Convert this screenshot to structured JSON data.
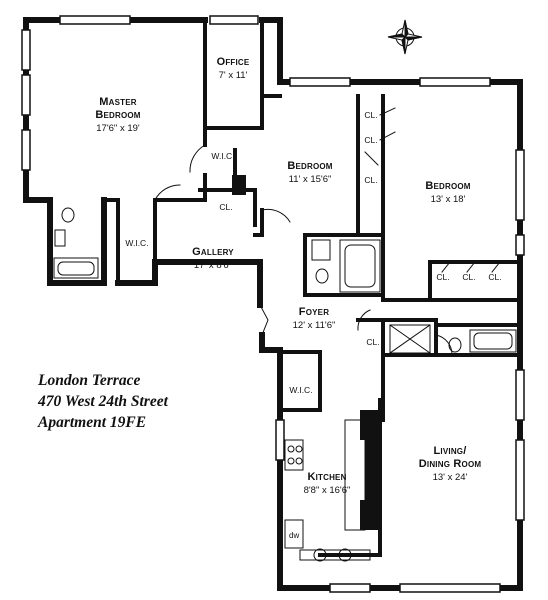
{
  "rooms": {
    "master_bedroom": {
      "name_line1": "Master",
      "name_line2": "Bedroom",
      "dims": "17'6\" x 19'"
    },
    "office": {
      "name": "Office",
      "dims": "7' x 11'"
    },
    "bedroom_2": {
      "name": "Bedroom",
      "dims": "11' x 15'6\""
    },
    "bedroom_3": {
      "name": "Bedroom",
      "dims": "13' x 18'"
    },
    "gallery": {
      "name": "Gallery",
      "dims": "17' x 8'6\""
    },
    "foyer": {
      "name": "Foyer",
      "dims": "12' x 11'6\""
    },
    "kitchen": {
      "name": "Kitchen",
      "dims": "8'8\" x 16'6\""
    },
    "living": {
      "name_line1": "Living/",
      "name_line2": "Dining Room",
      "dims": "13' x 24'"
    }
  },
  "small_labels": {
    "wic_master": "W.I.C.",
    "wic_gallery": "W.I.C.",
    "wic_kitchen": "W.I.C.",
    "cl_gallery": "CL.",
    "cl_bed2_a": "CL.",
    "cl_bed2_b": "CL.",
    "cl_bed2_c": "CL.",
    "cl_bed3_a": "CL.",
    "cl_bed3_b": "CL.",
    "cl_bed3_c": "CL.",
    "cl_foyer": "CL.",
    "dw": "dw"
  },
  "caption": {
    "line1": "London Terrace",
    "line2": "470 West 24th Street",
    "line3": "Apartment 19FE"
  },
  "compass": {
    "icon": "compass-rose-icon"
  }
}
